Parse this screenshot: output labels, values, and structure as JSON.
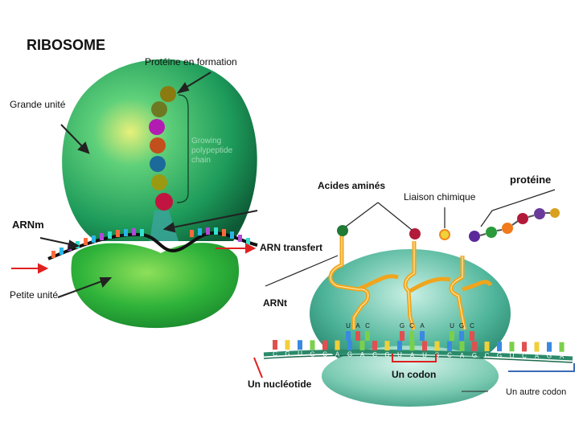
{
  "title": "RIBOSOME",
  "labels": {
    "proteine_en_formation": "Protéine en formation",
    "grande_unite": "Grande unité",
    "arnm": "ARNm",
    "petite_unite": "Petite unité",
    "arn_transfert": "ARN transfert",
    "arnt": "ARNt",
    "acides_amines": "Acides aminés",
    "liaison_chimique": "Liaison chimique",
    "proteine": "protéine",
    "un_codon": "Un codon",
    "un_nucleotide": "Un nucléotide",
    "un_autre_codon": "Un autre codon"
  },
  "growing_chain_text": [
    "Growing",
    "polypeptide",
    "chain"
  ],
  "trna_anticodons": [
    [
      "U",
      "A",
      "C"
    ],
    [
      "G",
      "C",
      "A"
    ],
    [
      "U",
      "G",
      "C"
    ]
  ],
  "mrna_letters": [
    "C",
    "G",
    "U",
    "G",
    "C",
    "A",
    "G",
    "A",
    "C",
    "G",
    "U",
    "A",
    "U",
    "G",
    "C",
    "A",
    "G",
    "C",
    "G",
    "U",
    "C",
    "A",
    "G",
    "A"
  ],
  "colors": {
    "big_ribosome": "#1f8f55",
    "small_ribosome": "#2fb34a",
    "trna": "#f0a51c",
    "arrow_red": "#e02020"
  }
}
